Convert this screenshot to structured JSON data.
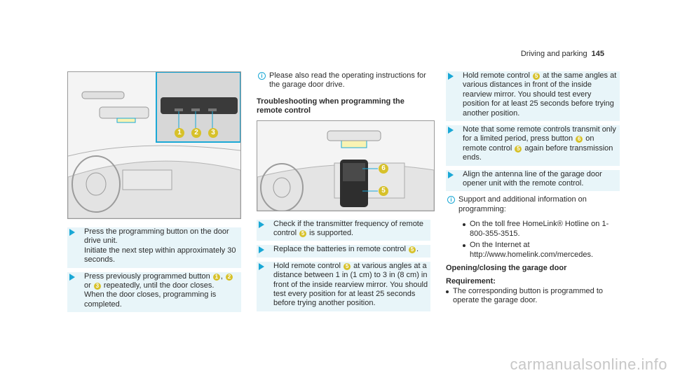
{
  "header": {
    "section": "Driving and parking",
    "page": "145"
  },
  "col1": {
    "callouts": [
      "1",
      "2",
      "3"
    ],
    "steps": [
      {
        "text": "Press the programming button on the door drive unit.",
        "text2": "Initiate the next step within approximately 30 seconds."
      },
      {
        "a": "Press previously programmed button ",
        "n1": "1",
        "b": ", ",
        "n2": "2",
        "c": " or ",
        "n3": "3",
        "d": " repeatedly, until the door closes.",
        "text2": "When the door closes, programming is completed."
      }
    ]
  },
  "col2": {
    "info": "Please also read the operating instructions for the garage door drive.",
    "heading": "Troubleshooting when programming the remote control",
    "callouts": [
      "6",
      "5"
    ],
    "steps": [
      {
        "a": "Check if the transmitter frequency of remote control ",
        "n": "5",
        "b": " is supported."
      },
      {
        "a": "Replace the batteries in remote control ",
        "n": "5",
        "b": "."
      },
      {
        "a": "Hold remote control ",
        "n": "5",
        "b": " at various angles at a distance between 1 in (1 cm) to 3 in (8 cm) in front of the inside rearview mirror. You should test every position for at least 25 seconds before trying another position."
      }
    ]
  },
  "col3": {
    "steps": [
      {
        "a": "Hold remote control ",
        "n": "5",
        "b": " at the same angles at various distances in front of the inside rearview mirror. You should test every position for at least 25 seconds before trying another position."
      },
      {
        "a": "Note that some remote controls transmit only for a limited period, press button ",
        "n": "6",
        "b": " on remote control ",
        "n2": "5",
        "c": " again before transmission ends."
      },
      {
        "a": "Align the antenna line of the garage door opener unit with the remote control."
      }
    ],
    "info": "Support and additional information on programming:",
    "bullets": [
      "On the toll free HomeLink® Hotline on 1-800-355-3515.",
      "On the Internet at http://www.homelink.com/mercedes."
    ],
    "heading": "Opening/closing the garage door",
    "req_label": "Requirement:",
    "req_item": "The corresponding button is programmed to operate the garage door."
  },
  "watermark": "carmanualsonline.info",
  "colors": {
    "accent": "#1aa8d6",
    "callout": "#d7c12a",
    "step_bg": "#e8f5f9"
  }
}
